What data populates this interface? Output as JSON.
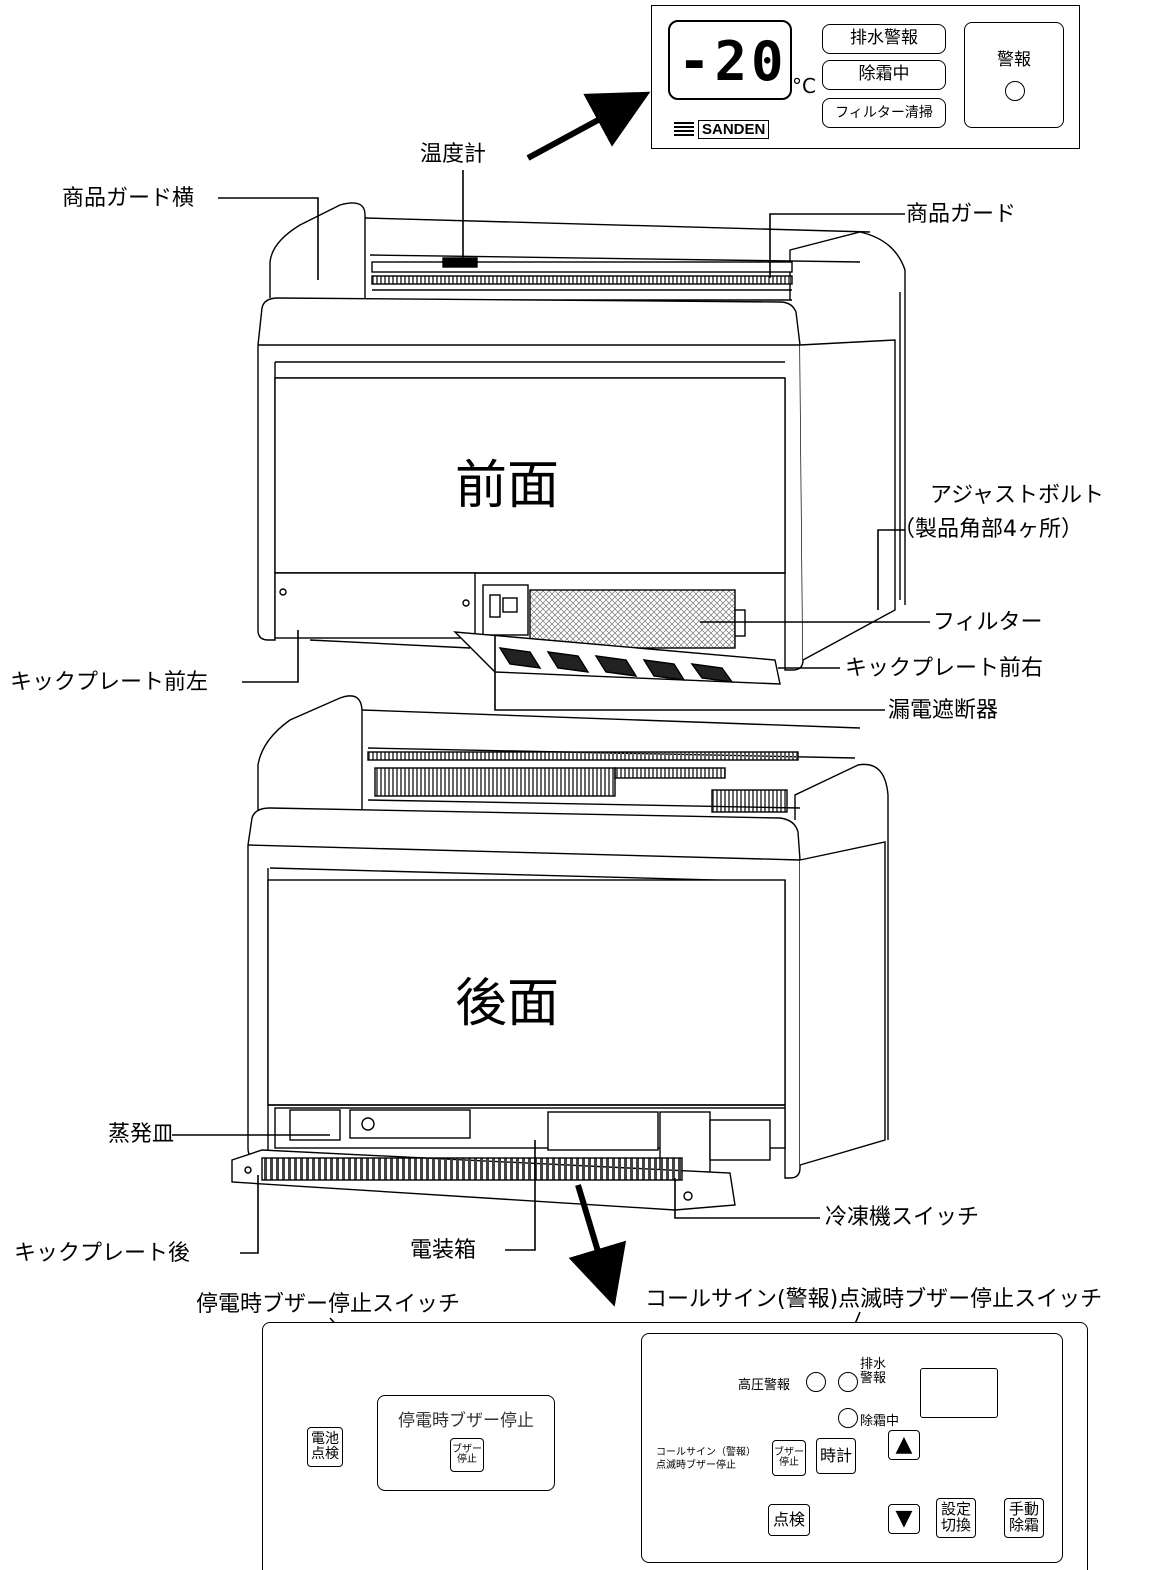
{
  "labels": {
    "ondokei": "温度計",
    "guard_side": "商品ガード横",
    "guard": "商品ガード",
    "adjust_line1": "アジャストボルト",
    "adjust_line2": "（製品角部4ヶ所）",
    "filter": "フィルター",
    "kick_front_left": "キックプレート前左",
    "kick_front_right": "キックプレート前右",
    "leakage_breaker": "漏電遮断器",
    "front": "前面",
    "back": "後面",
    "evap_tray": "蒸発皿",
    "freezer_switch": "冷凍機スイッチ",
    "kick_back": "キックプレート後",
    "electric_box": "電装箱",
    "power_fail_buzzer_switch": "停電時ブザー停止スイッチ",
    "callsign_buzzer_switch": "コールサイン(警報)点滅時ブザー停止スイッチ"
  },
  "top_panel": {
    "display_value": "-20",
    "unit": "°C",
    "btn_drain_alarm": "排水警報",
    "btn_defrosting": "除霜中",
    "btn_filter_clean": "フィルター清掃",
    "alarm_title": "警報",
    "brand": "SANDEN"
  },
  "bottom_panel": {
    "battery_check_1": "電池",
    "battery_check_2": "点検",
    "power_fail_title": "停電時ブザー停止",
    "buzzer_stop_1": "ブザー",
    "buzzer_stop_2": "停止",
    "high_pressure_alarm": "高圧警報",
    "drain_1": "排水",
    "drain_2": "警報",
    "defrosting": "除霜中",
    "callsign_1": "コールサイン（警報）",
    "callsign_2": "点滅時ブザー停止",
    "buzzer2_1": "ブザー",
    "buzzer2_2": "停止",
    "clock": "時計",
    "up_icon": "▲",
    "down_icon": "▼",
    "settings_1": "設定",
    "settings_2": "切換",
    "manual_1": "手動",
    "manual_2": "除霜",
    "check": "点検"
  }
}
